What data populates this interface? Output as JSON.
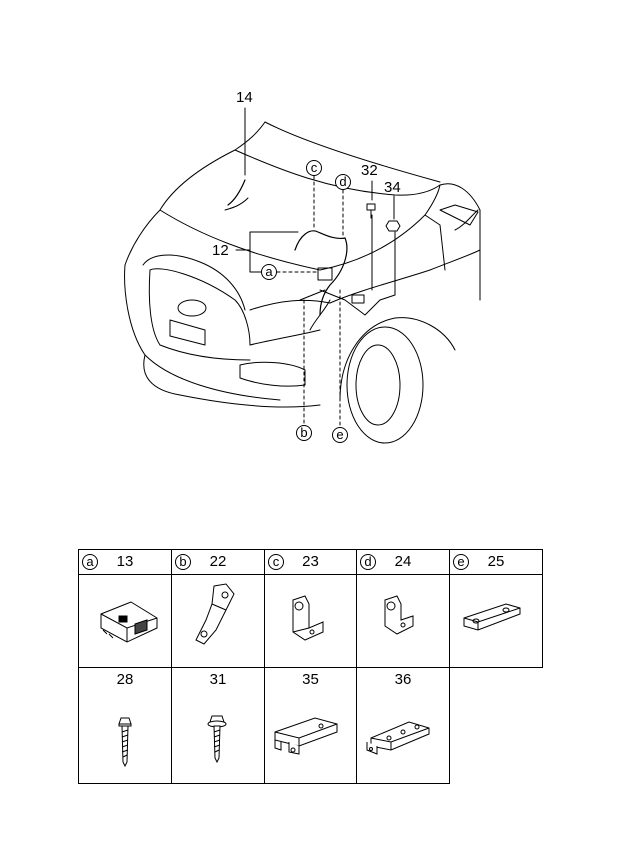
{
  "callouts": {
    "p14": "14",
    "p12": "12",
    "p32": "32",
    "p34": "34",
    "ca": "a",
    "cb": "b",
    "cc": "c",
    "cd": "d",
    "ce": "e"
  },
  "parts_table": {
    "row1": [
      {
        "letter": "a",
        "part": "13",
        "icon": "connector-block-icon"
      },
      {
        "letter": "b",
        "part": "22",
        "icon": "bracket-angled-icon"
      },
      {
        "letter": "c",
        "part": "23",
        "icon": "bracket-l-icon"
      },
      {
        "letter": "d",
        "part": "24",
        "icon": "bracket-l-icon"
      },
      {
        "letter": "e",
        "part": "25",
        "icon": "flat-bracket-icon"
      }
    ],
    "row2": [
      {
        "part": "28",
        "icon": "bolt-icon"
      },
      {
        "part": "31",
        "icon": "bolt-washer-icon"
      },
      {
        "part": "35",
        "icon": "mounting-bracket-icon"
      },
      {
        "part": "36",
        "icon": "mounting-bracket-icon"
      }
    ]
  }
}
